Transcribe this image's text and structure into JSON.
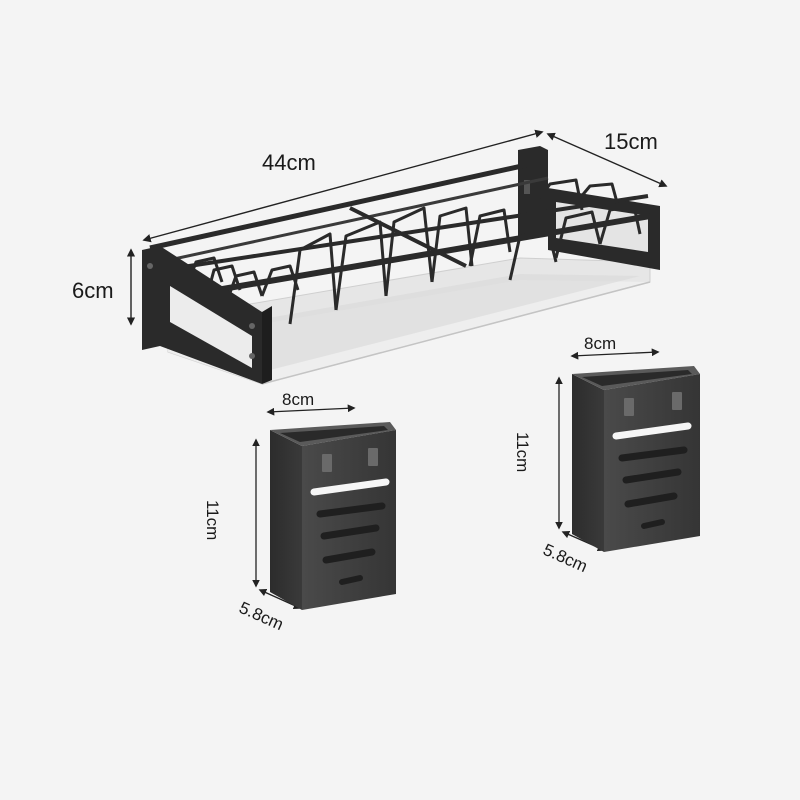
{
  "rack": {
    "length_label": "44cm",
    "depth_label": "15cm",
    "height_label": "6cm"
  },
  "holder_left": {
    "width_label": "8cm",
    "height_label": "11cm",
    "depth_label": "5.8cm"
  },
  "holder_right": {
    "width_label": "8cm",
    "height_label": "11cm",
    "depth_label": "5.8cm"
  },
  "colors": {
    "background": "#f4f4f4",
    "rack_metal": "#2a2a2a",
    "tray": "#e9e9e9",
    "holder_body": "#3d3d3d",
    "dimension_line": "#222222"
  }
}
